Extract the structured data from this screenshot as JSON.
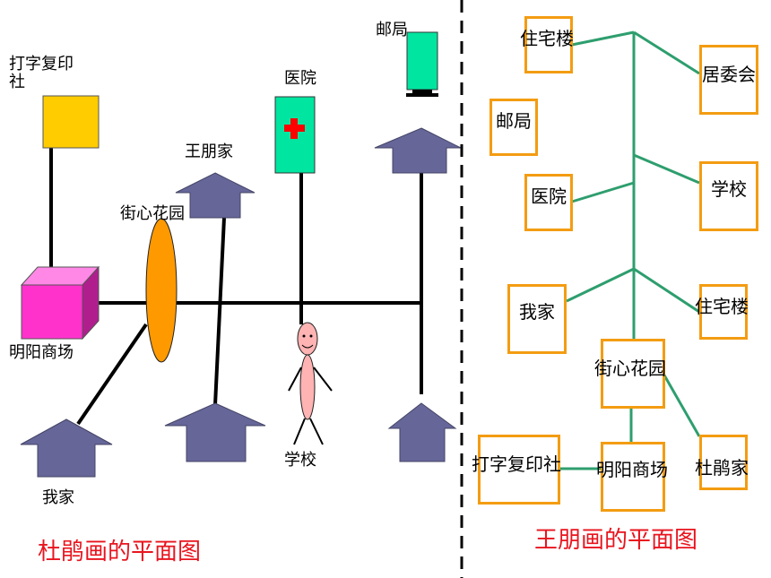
{
  "left_map": {
    "title": "杜鹃画的平面图",
    "labels": {
      "print_shop": "打字复印社",
      "hospital": "医院",
      "post_office": "邮局",
      "wang_peng_home": "王朋家",
      "garden": "街心花园",
      "mall": "明阳商场",
      "my_home": "我家",
      "school": "学校"
    }
  },
  "right_map": {
    "title": "王朋画的平面图",
    "labels": {
      "residential_top": "住宅楼",
      "committee": "居委会",
      "post_office": "邮局",
      "hospital": "医院",
      "school": "学校",
      "my_home": "我家",
      "residential_right": "住宅楼",
      "garden": "街心花园",
      "print_shop": "打字复印社",
      "mall": "明阳商场",
      "du_juan_home": "杜鹃家"
    }
  },
  "colors": {
    "title": "#e8141e",
    "house": "#666699",
    "print_shop": "#ffcc00",
    "hospital": "#00e5a0",
    "hospital_cross": "#ff0000",
    "mall": "#ff33cc",
    "garden": "#ff9900",
    "person": "#ffb3b3",
    "box_border": "#f39c12",
    "green_line": "#2e9e6e"
  }
}
